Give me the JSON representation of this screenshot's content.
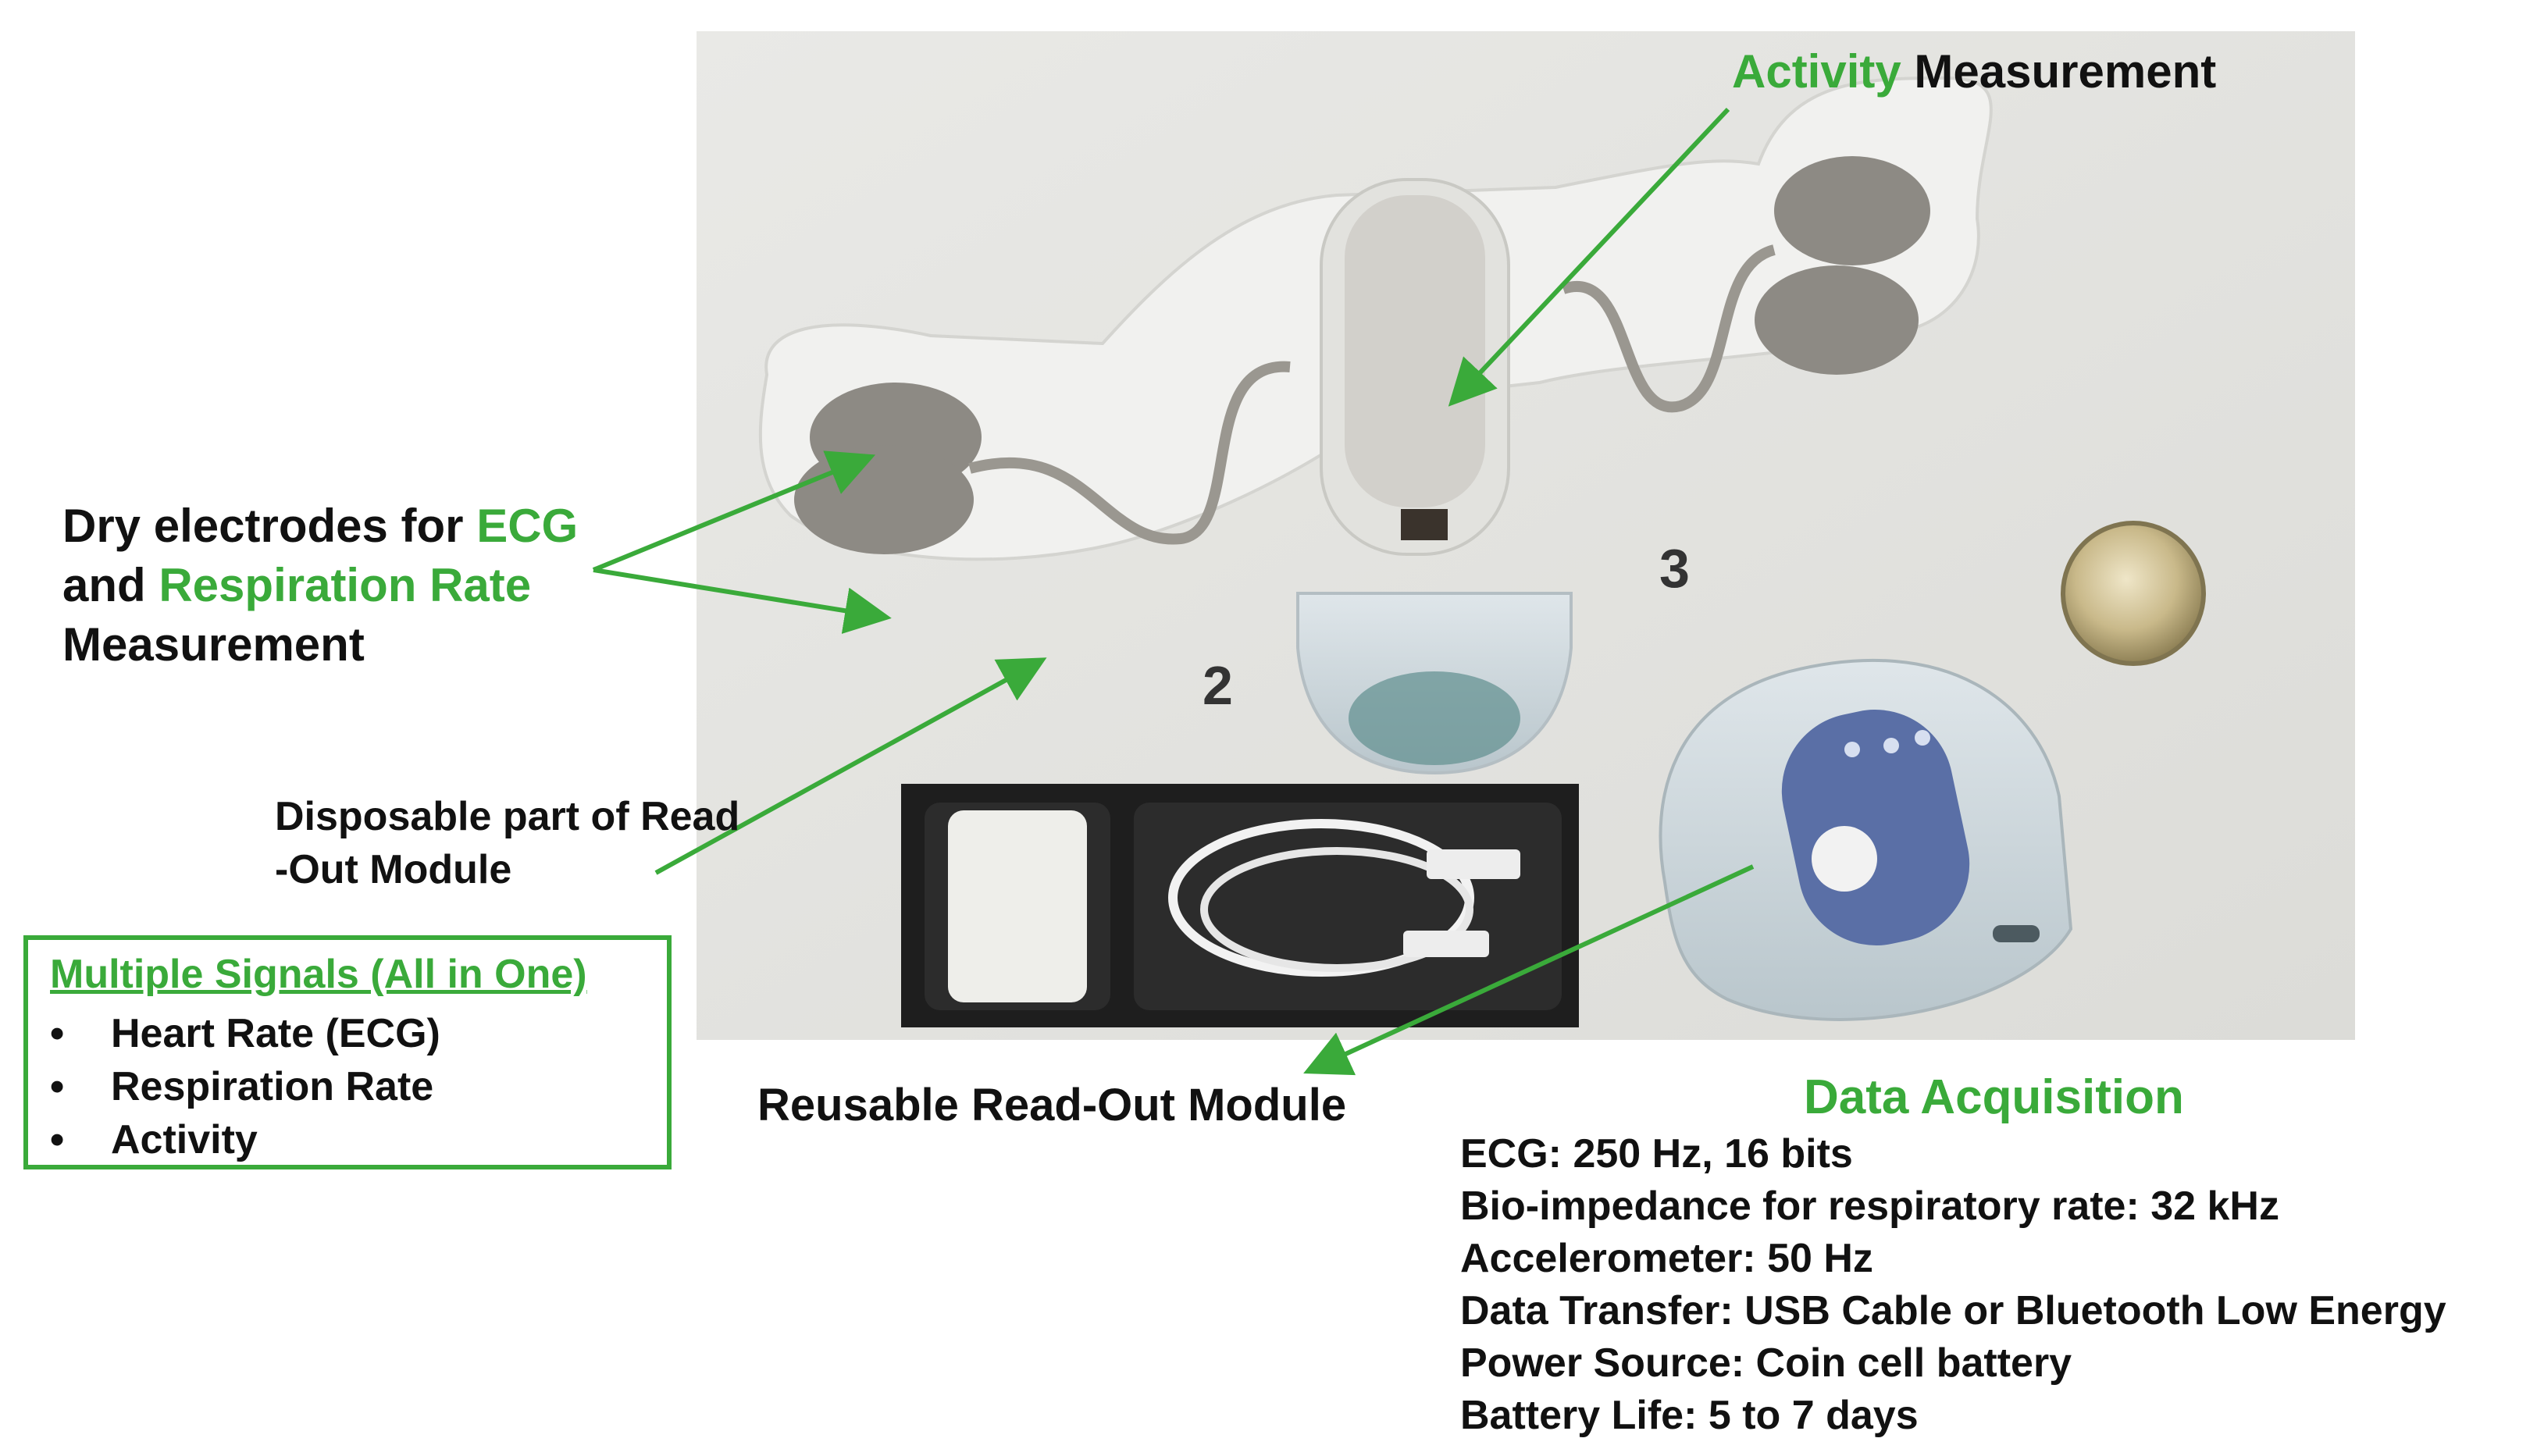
{
  "labels": {
    "activity_word": "Activity",
    "activity_rest": " Measurement",
    "dry_l1_a": "Dry electrodes for ",
    "dry_l1_b": "ECG",
    "dry_l2_a": "and ",
    "dry_l2_b": "Respiration Rate",
    "dry_l3": "Measurement",
    "disposable_l1": "Disposable part of Read",
    "disposable_l2": "-Out Module",
    "reusable": "Reusable Read-Out Module"
  },
  "photo_numbers": {
    "n2": "2",
    "n3": "3"
  },
  "signals": {
    "title": "Multiple Signals (All in One)",
    "bullet": "•",
    "items": [
      "Heart Rate (ECG)",
      "Respiration Rate",
      "Activity"
    ]
  },
  "acquisition": {
    "title": "Data Acquisition",
    "lines": [
      "ECG: 250 Hz, 16 bits",
      "Bio-impedance for respiratory rate: 32 kHz",
      "Accelerometer: 50 Hz",
      "Data Transfer: USB Cable or Bluetooth Low Energy",
      "Power Source: Coin cell battery",
      "Battery Life: 5 to 7 days"
    ]
  },
  "colors": {
    "accent_green": "#3aaa3a",
    "text": "#111111"
  }
}
